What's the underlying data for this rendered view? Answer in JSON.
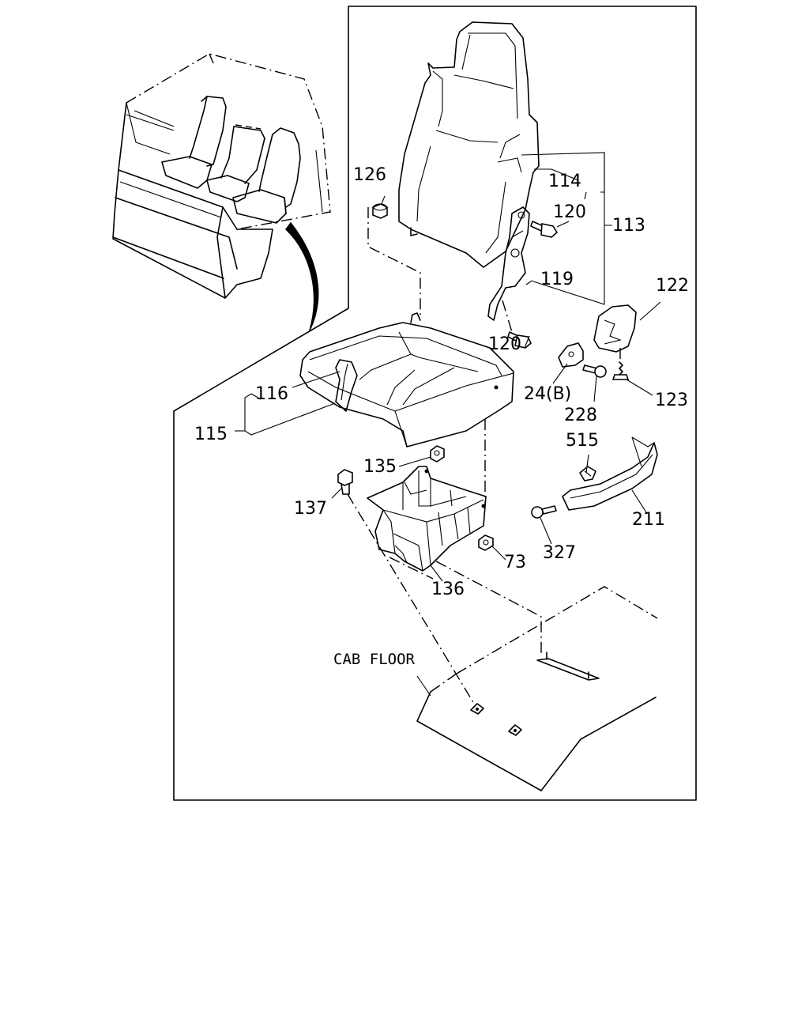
{
  "callouts": {
    "c113": "113",
    "c114": "114",
    "c115": "115",
    "c116": "116",
    "c119": "119",
    "c120a": "120",
    "c120b": "120",
    "c122": "122",
    "c123": "123",
    "c126": "126",
    "c135": "135",
    "c136": "136",
    "c137": "137",
    "c211": "211",
    "c228": "228",
    "c24b": "24(B)",
    "c327": "327",
    "c515": "515",
    "c73": "73"
  },
  "floor_label": "CAB FLOOR"
}
